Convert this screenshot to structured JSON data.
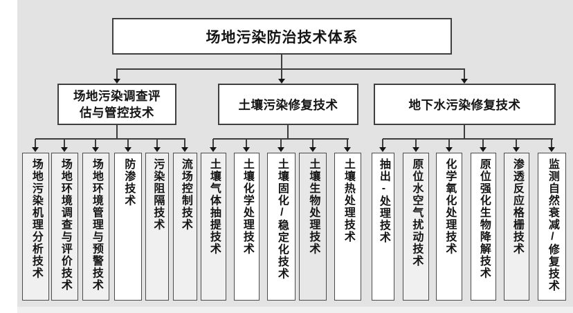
{
  "chart": {
    "title": "场地污染防治技术体系",
    "branches": [
      {
        "label": "场地污染调查评估与管控技术",
        "leaves": [
          {
            "label": "场地污染机理分析技术",
            "fill": "light"
          },
          {
            "label": "场地环境调查与评价技术",
            "fill": "light"
          },
          {
            "label": "场地环境管理与预警技术",
            "fill": "light"
          },
          {
            "label": "防渗技术",
            "fill": "white"
          },
          {
            "label": "污染阻隔技术",
            "fill": "light"
          },
          {
            "label": "流场控制技术",
            "fill": "light"
          }
        ]
      },
      {
        "label": "土壤污染修复技术",
        "leaves": [
          {
            "label": "土壤气体抽提技术",
            "fill": "light"
          },
          {
            "label": "土壤化学处理技术",
            "fill": "white"
          },
          {
            "label": "土壤固化/稳定化技术",
            "fill": "white"
          },
          {
            "label": "土壤生物处理技术",
            "fill": "gray"
          },
          {
            "label": "土壤热处理技术",
            "fill": "white"
          }
        ]
      },
      {
        "label": "地下水污染修复技术",
        "leaves": [
          {
            "label": "抽出-处理技术",
            "fill": "white"
          },
          {
            "label": "原位水空气扰动技术",
            "fill": "light"
          },
          {
            "label": "化学氧化处理技术",
            "fill": "white"
          },
          {
            "label": "原位强化生物降解技术",
            "fill": "white"
          },
          {
            "label": "渗透反应格栅技术",
            "fill": "light"
          },
          {
            "label": "监测自然衰减/修复技术",
            "fill": "white"
          }
        ]
      }
    ]
  },
  "colors": {
    "panel_background": "#e3e3e3",
    "node_fill": "#ffffff",
    "node_border": "#3f3f3f",
    "leaf_fill_light": "#f0f0f0",
    "leaf_fill_gray": "#e7e7e7",
    "connector": "#3c3c3c",
    "text": "#141414"
  }
}
